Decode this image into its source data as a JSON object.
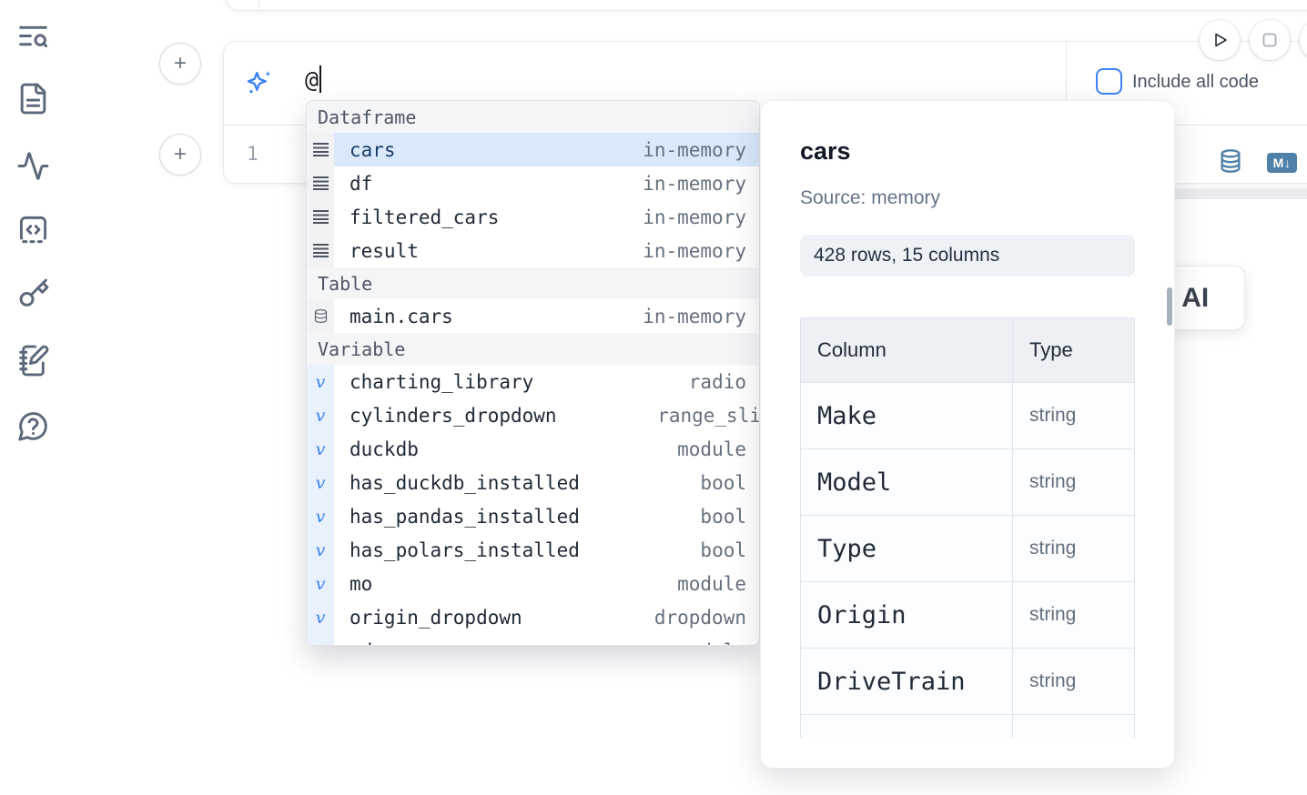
{
  "glyphs": {
    "plus": "+",
    "variable_glyph": "v",
    "at_value": "@"
  },
  "sidebar": {
    "icons": [
      "table-of-contents-search",
      "documentation",
      "tracebacks-activity",
      "snippets",
      "secrets-keys",
      "scratchpad",
      "help-chat"
    ]
  },
  "editor": {
    "line_number": "1"
  },
  "ai_input": {
    "value": "@",
    "include_all_code_label": "Include all code",
    "checkbox_checked": false
  },
  "output_toolbar": {
    "markdown_badge": "M↓"
  },
  "ai_card": {
    "label": "with AI"
  },
  "autocomplete": {
    "sections": [
      {
        "label": "Dataframe",
        "items": [
          {
            "icon": "dataframe-rows",
            "name": "cars",
            "value": "in-memory",
            "selected": true
          },
          {
            "icon": "dataframe-rows",
            "name": "df",
            "value": "in-memory"
          },
          {
            "icon": "dataframe-rows",
            "name": "filtered_cars",
            "value": "in-memory"
          },
          {
            "icon": "dataframe-rows",
            "name": "result",
            "value": "in-memory"
          }
        ]
      },
      {
        "label": "Table",
        "items": [
          {
            "icon": "database",
            "name": "main.cars",
            "value": "in-memory"
          }
        ]
      },
      {
        "label": "Variable",
        "items": [
          {
            "icon": "variable",
            "name": "charting_library",
            "value": "radio"
          },
          {
            "icon": "variable",
            "name": "cylinders_dropdown",
            "value": "range_sli"
          },
          {
            "icon": "variable",
            "name": "duckdb",
            "value": "module"
          },
          {
            "icon": "variable",
            "name": "has_duckdb_installed",
            "value": "bool"
          },
          {
            "icon": "variable",
            "name": "has_pandas_installed",
            "value": "bool"
          },
          {
            "icon": "variable",
            "name": "has_polars_installed",
            "value": "bool"
          },
          {
            "icon": "variable",
            "name": "mo",
            "value": "module"
          },
          {
            "icon": "variable",
            "name": "origin_dropdown",
            "value": "dropdown"
          },
          {
            "icon": "variable",
            "name": "pd",
            "value": "module",
            "partially_visible": true
          }
        ]
      }
    ]
  },
  "popup": {
    "title": "cars",
    "source": "Source: memory",
    "shape": "428 rows, 15 columns",
    "table": {
      "headers": [
        "Column",
        "Type"
      ],
      "rows": [
        {
          "column": "Make",
          "type": "string"
        },
        {
          "column": "Model",
          "type": "string"
        },
        {
          "column": "Type",
          "type": "string"
        },
        {
          "column": "Origin",
          "type": "string"
        },
        {
          "column": "DriveTrain",
          "type": "string"
        }
      ]
    }
  }
}
